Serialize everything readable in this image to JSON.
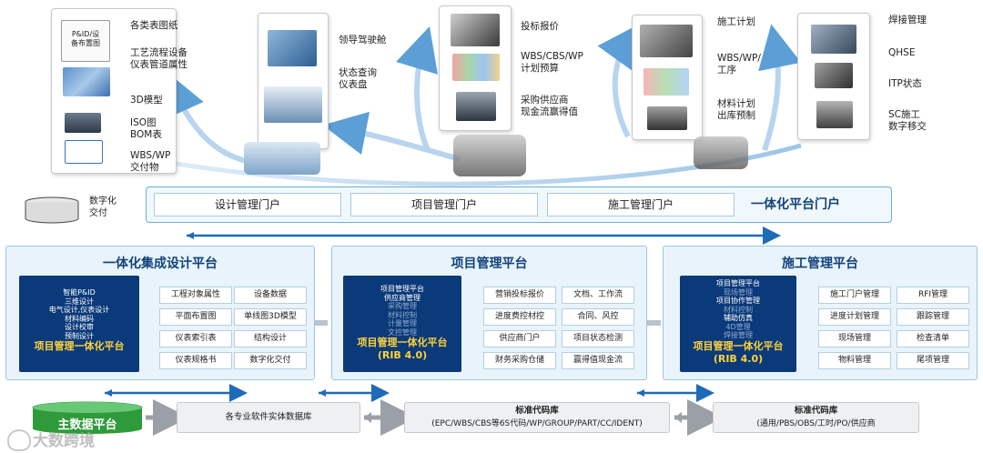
{
  "top_cards": [
    {
      "items": [
        "各类表图纸",
        "工艺流程设备\n仪表管道属性",
        "3D模型",
        "ISO图\nBOM表",
        "WBS/WP\n交付物"
      ],
      "tag": "P&ID/设\n备布置图"
    },
    {
      "items": [
        "领导驾驶舱",
        "状态查询\n仪表盘"
      ]
    },
    {
      "items": [
        "投标报价",
        "WBS/CBS/WP\n计划预算",
        "采购供应商\n现金流赢得值"
      ]
    },
    {
      "items": [
        "施工计划",
        "WBS/WP/\n工序",
        "材料计划\n出库预制"
      ]
    },
    {
      "items": [
        "焊接管理",
        "QHSE",
        "ITP状态",
        "SC施工\n数字移交"
      ]
    }
  ],
  "digital_delivery": {
    "label": "数字化\n交付"
  },
  "portal": {
    "boxes": [
      "设计管理门户",
      "项目管理门户",
      "施工管理门户"
    ],
    "title": "一体化平台门户"
  },
  "panels": [
    {
      "title": "一体化集成设计平台",
      "navy_lines": [
        "智能P&ID",
        "三维设计",
        "电气设计,仪表设计",
        "材料编码",
        "设计校审",
        "预制设计"
      ],
      "navy_big": [
        "项目管理一体化平台"
      ],
      "functions": [
        "工程对象属性",
        "设备数据",
        "平面布置图",
        "单线图3D模型",
        "仪表索引表",
        "结构设计",
        "仪表规格书",
        "数字化交付"
      ]
    },
    {
      "title": "项目管理平台",
      "navy_lines": [
        "项目管理平台",
        "供应商管理",
        "采购管理",
        "材料控制",
        "计量管理",
        "文控管理"
      ],
      "navy_big": [
        "项目管理一体化平台",
        "(RIB 4.0)"
      ],
      "functions": [
        "营销投标报价",
        "文档、工作流",
        "进度费控材控",
        "合同、风控",
        "供应商门户",
        "项目状态检测",
        "财务采购仓储",
        "赢得值现金流"
      ]
    },
    {
      "title": "施工管理平台",
      "navy_lines": [
        "项目管理平台",
        "现场管理",
        "项目协作管理",
        "材料控制",
        "辅助仿真",
        "4D管理",
        "焊接管理"
      ],
      "navy_big": [
        "项目管理一体化平台",
        "(RIB 4.0)"
      ],
      "functions": [
        "施工门户管理",
        "RFI管理",
        "进度计划管理",
        "跟踪管理",
        "现场管理",
        "检查清单",
        "物料管理",
        "尾项管理"
      ]
    }
  ],
  "master_data": {
    "label": "主数据平台"
  },
  "bottom_boxes": [
    {
      "title": "各专业软件实体数据库",
      "subtitle": ""
    },
    {
      "title": "标准代码库",
      "subtitle": "(EPC/WBS/CBS等6S代码/WP/GROUP/PART/CC/IDENT)"
    },
    {
      "title": "标准代码库",
      "subtitle": "(通用/PBS/OBS/工时/PO/供应商"
    }
  ],
  "watermark": {
    "text": "大数跨境"
  },
  "colors": {
    "navy": "#0b3a7a",
    "title_blue": "#12437b",
    "highlight_yellow": "#ffd23a",
    "panel_bg": "#e8f3fb",
    "arrow_blue": "#1e6bb8",
    "master_green": "#2f9a3a"
  }
}
